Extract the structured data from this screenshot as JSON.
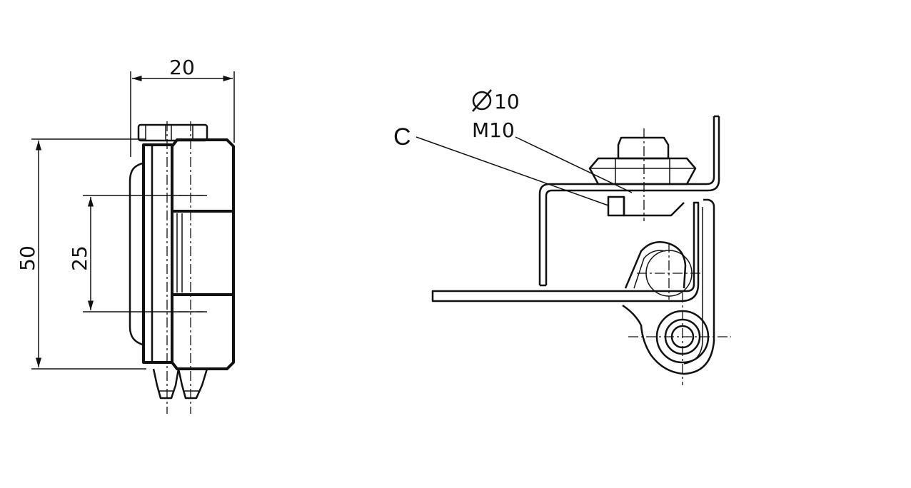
{
  "front_view": {
    "dim_width": "20",
    "dim_height_total": "50",
    "dim_height_inner": "25"
  },
  "side_view": {
    "label_c": "C",
    "dim_diameter": "10",
    "dim_thread": "M10"
  }
}
